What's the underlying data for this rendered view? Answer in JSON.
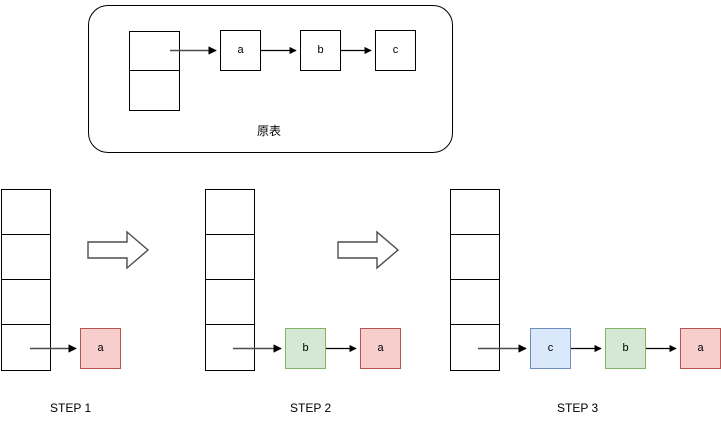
{
  "diagram": {
    "title_panel": {
      "caption": "原表",
      "head_node": {
        "top_cell": "",
        "bottom_cell": ""
      },
      "nodes": [
        {
          "label": "a",
          "color": "white"
        },
        {
          "label": "b",
          "color": "white"
        },
        {
          "label": "c",
          "color": "white"
        }
      ]
    },
    "colors": {
      "pink_fill": "#f8cecc",
      "pink_stroke": "#b85450",
      "green_fill": "#d5e8d4",
      "green_stroke": "#82b366",
      "blue_fill": "#dae8fc",
      "blue_stroke": "#6c8ebf",
      "outline": "#000000",
      "block_arrow_stroke": "#4d4d4d",
      "connector": "#4d4d4d"
    },
    "steps": [
      {
        "caption": "STEP 1",
        "stack_cells": [
          "",
          "",
          "",
          ""
        ],
        "chain": [
          {
            "label": "a",
            "color": "pink"
          }
        ]
      },
      {
        "caption": "STEP 2",
        "stack_cells": [
          "",
          "",
          "",
          ""
        ],
        "chain": [
          {
            "label": "b",
            "color": "green"
          },
          {
            "label": "a",
            "color": "pink"
          }
        ]
      },
      {
        "caption": "STEP 3",
        "stack_cells": [
          "",
          "",
          "",
          ""
        ],
        "chain": [
          {
            "label": "c",
            "color": "blue"
          },
          {
            "label": "b",
            "color": "green"
          },
          {
            "label": "a",
            "color": "pink"
          }
        ]
      }
    ],
    "transitions": [
      {
        "name": "step1-to-step2",
        "glyph": "block-arrow-right"
      },
      {
        "name": "step2-to-step3",
        "glyph": "block-arrow-right"
      }
    ]
  }
}
